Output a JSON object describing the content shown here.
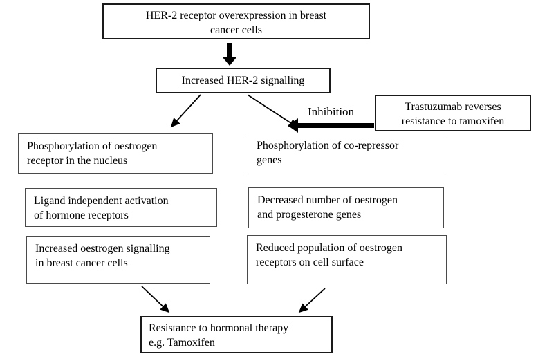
{
  "colors": {
    "background": "#ffffff",
    "box_border": "#1a1a1a",
    "text": "#000000",
    "arrow": "#000000"
  },
  "diagram": {
    "nodes": {
      "her2_overexpression": {
        "lines": [
          "HER-2 receptor overexpression in breast",
          "cancer cells"
        ]
      },
      "increased_signalling": {
        "lines": [
          "Increased HER-2 signalling"
        ]
      },
      "trastuzumab": {
        "lines": [
          "Trastuzumab reverses",
          "resistance to tamoxifen"
        ]
      },
      "phospho_oestrogen": {
        "lines": [
          "Phosphorylation of oestrogen",
          "receptor in the nucleus"
        ]
      },
      "phospho_corepressor": {
        "lines": [
          "Phosphorylation of co-repressor",
          "genes"
        ]
      },
      "ligand_independent": {
        "lines": [
          "Ligand independent activation",
          "of hormone receptors"
        ]
      },
      "decreased_genes": {
        "lines": [
          "Decreased number of oestrogen",
          "and progesterone genes"
        ]
      },
      "increased_oestrogen": {
        "lines": [
          "Increased oestrogen signalling",
          "in breast cancer cells"
        ]
      },
      "reduced_receptors": {
        "lines": [
          "Reduced population of oestrogen",
          "receptors on cell surface"
        ]
      },
      "resistance": {
        "lines": [
          "Resistance to hormonal therapy",
          "e.g. Tamoxifen"
        ]
      }
    },
    "labels": {
      "inhibition": "Inhibition"
    }
  }
}
